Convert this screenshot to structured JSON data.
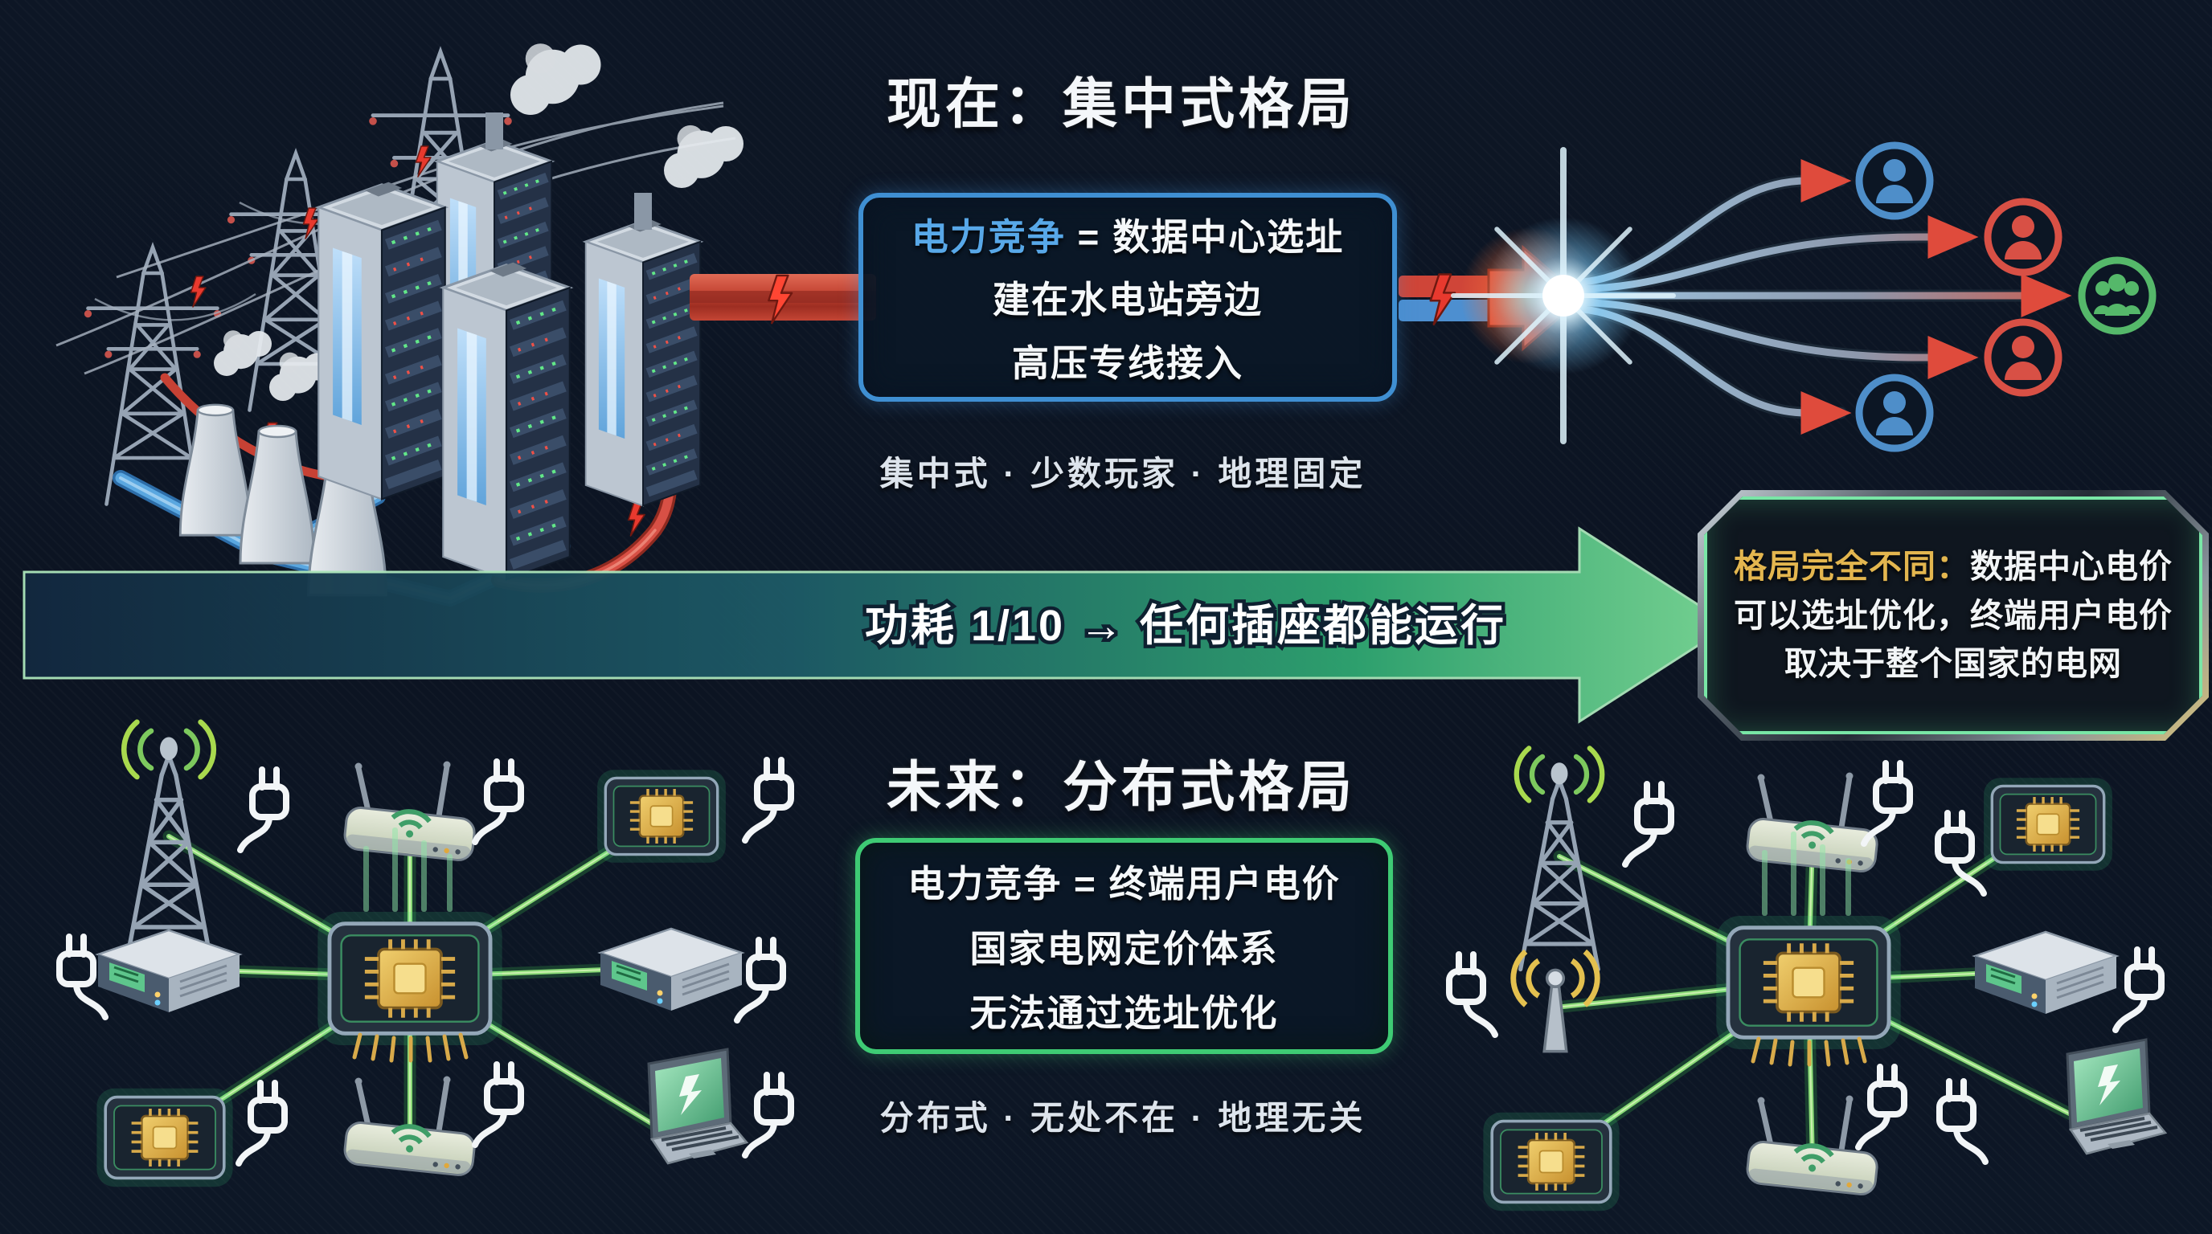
{
  "colors": {
    "background": "#0c1422",
    "blue_accent": "#58a8e8",
    "blue_border": "#3f8fd2",
    "green_accent": "#55cd82",
    "green_border": "#3ecb74",
    "gold_accent": "#e3b64f",
    "red_power": "#e0503e",
    "arrow_gradient_start": "#13283f",
    "arrow_gradient_end": "#79d795"
  },
  "top_section": {
    "title": "现在：集中式格局",
    "info_box": {
      "line1_highlight": "电力竞争",
      "line1_equals": " = ",
      "line1_rest": "数据中心选址",
      "line2": "建在水电站旁边",
      "line3": "高压专线接入"
    },
    "caption": "集中式 · 少数玩家 · 地理固定"
  },
  "transition_arrow": {
    "label": "功耗 1/10 → 任何插座都能运行"
  },
  "result_box": {
    "highlight": "格局完全不同：",
    "body": "数据中心电价可以选址优化，终端用户电价取决于整个国家的电网"
  },
  "bottom_section": {
    "title": "未来：分布式格局",
    "info_box": {
      "line1_highlight": "电力竞争 = 终端用户电价",
      "line2": "国家电网定价体系",
      "line3": "无法通过选址优化"
    },
    "caption": "分布式 · 无处不在 · 地理无关"
  },
  "icons": {
    "centralized_illustration": [
      "transmission-pylon",
      "power-wires",
      "lightning-bolt",
      "data-center-tower",
      "cooling-tower",
      "coolant-pipe",
      "power-cable"
    ],
    "power_flow": [
      "lightning-bolt",
      "power-arrow",
      "energy-flash"
    ],
    "users": [
      "user-blue",
      "user-red",
      "user-group-green",
      "user-red",
      "user-blue"
    ],
    "distributed_network": [
      "radio-tower",
      "wifi-router",
      "chip-module",
      "mini-pc",
      "compute-chip-hub",
      "laptop",
      "power-plug",
      "antenna"
    ]
  }
}
